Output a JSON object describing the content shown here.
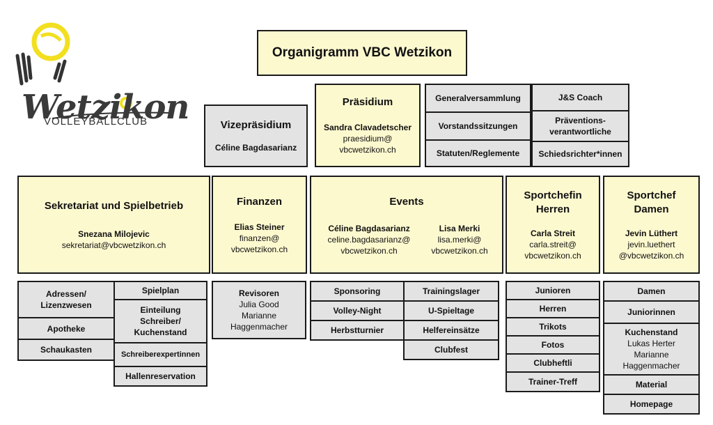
{
  "logo": {
    "wordmark": "Wetzikon",
    "sub": "VOLLEYBALLCLUB"
  },
  "title": "Organigramm VBC Wetzikon",
  "vize": {
    "title": "Vizepräsidium",
    "name": "Céline Bagdasarianz"
  },
  "praesidium": {
    "title": "Präsidium",
    "name": "Sandra Clavadetscher",
    "email1": "praesidium@",
    "email2": "vbcwetzikon.ch"
  },
  "gremien": [
    "Generalversammlung",
    "Vorstandssitzungen",
    "Statuten/Reglemente"
  ],
  "js": [
    "J&S Coach",
    "Präventions-verantwortliche",
    "Schiedsrichter*innen"
  ],
  "sekretariat": {
    "title": "Sekretariat und Spielbetrieb",
    "name": "Snezana Milojevic",
    "email": "sekretariat@vbcwetzikon.ch"
  },
  "finanzen": {
    "title": "Finanzen",
    "name": "Elias Steiner",
    "email1": "finanzen@",
    "email2": "vbcwetzikon.ch"
  },
  "events": {
    "title": "Events",
    "p1": {
      "name": "Céline Bagdasarianz",
      "email1": "celine.bagdasarianz@",
      "email2": "vbcwetzikon.ch"
    },
    "p2": {
      "name": "Lisa Merki",
      "email1": "lisa.merki@",
      "email2": "vbcwetzikon.ch"
    }
  },
  "herren": {
    "title1": "Sportchefin",
    "title2": "Herren",
    "name": "Carla Streit",
    "email1": "carla.streit@",
    "email2": "vbcwetzikon.ch"
  },
  "damen": {
    "title1": "Sportchef",
    "title2": "Damen",
    "name": "Jevin Lüthert",
    "email1": "jevin.luethert",
    "email2": "@vbcwetzikon.ch"
  },
  "sek_left": [
    "Adressen/ Lizenzwesen",
    "Apotheke",
    "Schaukasten"
  ],
  "sek_right": [
    "Spielplan",
    "Einteilung Schreiber/ Kuchenstand",
    "Schreiberexpertinnen",
    "Hallenreservation"
  ],
  "revisoren": {
    "title": "Revisoren",
    "names": [
      "Julia Good",
      "Marianne",
      "Haggenmacher"
    ]
  },
  "events_left": [
    "Sponsoring",
    "Volley-Night",
    "Herbstturnier"
  ],
  "events_right": [
    "Trainingslager",
    "U-Spieltage",
    "Helfereinsätze",
    "Clubfest"
  ],
  "herren_list": [
    "Junioren",
    "Herren",
    "Trikots",
    "Fotos",
    "Clubheftli",
    "Trainer-Treff"
  ],
  "damen_list": {
    "damen": "Damen",
    "juniorinnen": "Juniorinnen",
    "kuchen_title": "Kuchenstand",
    "kuchen_names": [
      "Lukas Herter",
      "Marianne",
      "Haggenmacher"
    ],
    "material": "Material",
    "homepage": "Homepage"
  }
}
